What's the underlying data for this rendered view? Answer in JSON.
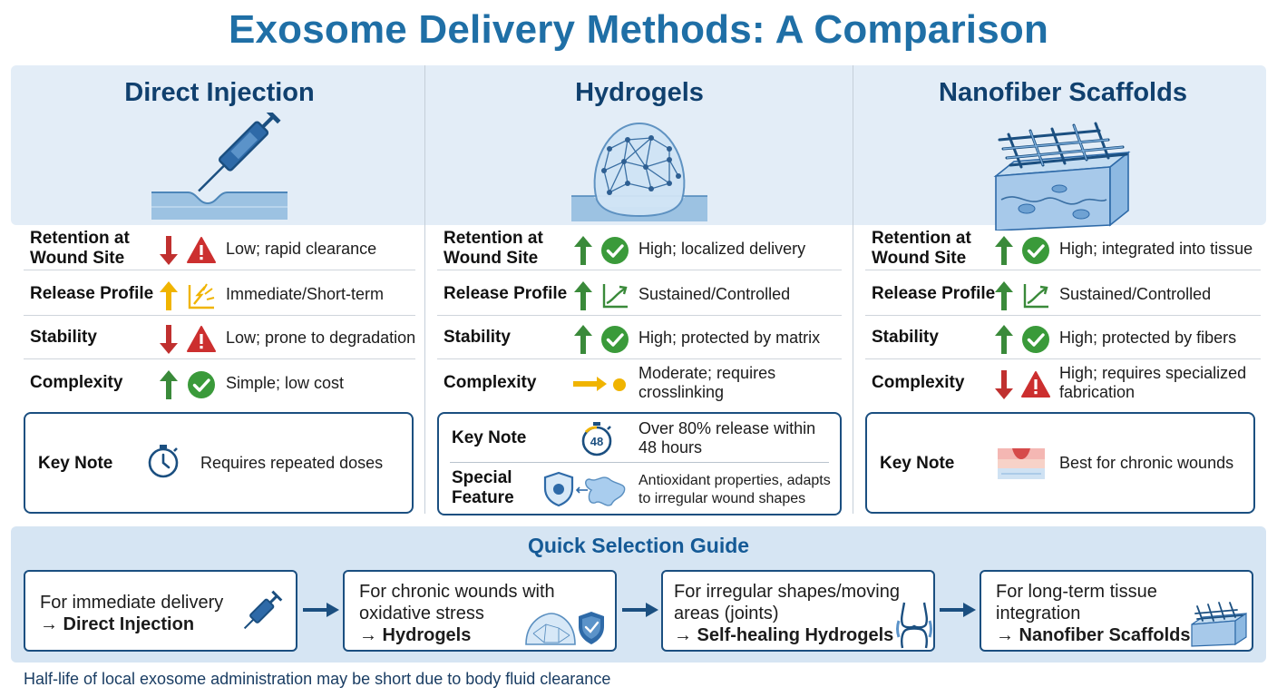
{
  "title": "Exosome Delivery Methods: A Comparison",
  "colors": {
    "title": "#1f6fa6",
    "up_arrow": "#3a8a3a",
    "down_arrow": "#c0302f",
    "neutral_arrow": "#f0b400",
    "check": "#3a9a3a",
    "warning": "#cc2f2f",
    "navy": "#1b4f80"
  },
  "columns": [
    {
      "title": "Direct Injection",
      "illustration": "syringe-injection",
      "rows": [
        {
          "label": "Retention at Wound Site",
          "arrow": "down",
          "icon": "warning",
          "value": "Low; rapid clearance"
        },
        {
          "label": "Release Profile",
          "arrow": "up-yellow",
          "icon": "burst",
          "value": "Immediate/Short-term"
        },
        {
          "label": "Stability",
          "arrow": "down",
          "icon": "warning",
          "value": "Low; prone to degradation"
        },
        {
          "label": "Complexity",
          "arrow": "up",
          "icon": "check",
          "value": "Simple; low cost"
        }
      ],
      "key_note": {
        "label": "Key Note",
        "icon": "stopwatch",
        "text": "Requires repeated doses"
      }
    },
    {
      "title": "Hydrogels",
      "illustration": "hydrogel-dome",
      "rows": [
        {
          "label": "Retention at Wound Site",
          "arrow": "up",
          "icon": "check",
          "value": "High; localized delivery"
        },
        {
          "label": "Release Profile",
          "arrow": "up",
          "icon": "trend-up",
          "value": "Sustained/Controlled"
        },
        {
          "label": "Stability",
          "arrow": "up",
          "icon": "check",
          "value": "High; protected by matrix"
        },
        {
          "label": "Complexity",
          "arrow": "right",
          "icon": "dot",
          "value": "Moderate; requires crosslinking"
        }
      ],
      "key_note": {
        "label": "Key Note",
        "icon": "timer-48",
        "timer_text": "48",
        "text": "Over 80% release within 48 hours"
      },
      "special_feature": {
        "label": "Special Feature",
        "icon": "shield-shape",
        "text": "Antioxidant properties, adapts to irregular wound shapes"
      }
    },
    {
      "title": "Nanofiber Scaffolds",
      "illustration": "nanofiber-block",
      "rows": [
        {
          "label": "Retention at Wound Site",
          "arrow": "up",
          "icon": "check",
          "value": "High; integrated into tissue"
        },
        {
          "label": "Release Profile",
          "arrow": "up",
          "icon": "trend-up",
          "value": "Sustained/Controlled"
        },
        {
          "label": "Stability",
          "arrow": "up",
          "icon": "check",
          "value": "High; protected by fibers"
        },
        {
          "label": "Complexity",
          "arrow": "down",
          "icon": "warning",
          "value": "High; requires specialized fabrication"
        }
      ],
      "key_note": {
        "label": "Key Note",
        "icon": "skin-wound",
        "text": "Best for chronic wounds"
      }
    }
  ],
  "guide": {
    "title": "Quick Selection Guide",
    "items": [
      {
        "line1": "For immediate delivery",
        "line2": "",
        "result": "→ Direct Injection",
        "icon": "syringe"
      },
      {
        "line1": "For chronic wounds with",
        "line2": "oxidative stress",
        "result": "→ Hydrogels",
        "icon": "hydrogel-shield"
      },
      {
        "line1": "For irregular shapes/moving",
        "line2": "areas (joints)",
        "result": "→ Self-healing Hydrogels",
        "icon": "knee-joint"
      },
      {
        "line1": "For long-term tissue",
        "line2": "integration",
        "result": "→ Nanofiber Scaffolds",
        "icon": "scaffold"
      }
    ]
  },
  "footnote": "Half-life of local exosome administration may be short due to body fluid clearance"
}
